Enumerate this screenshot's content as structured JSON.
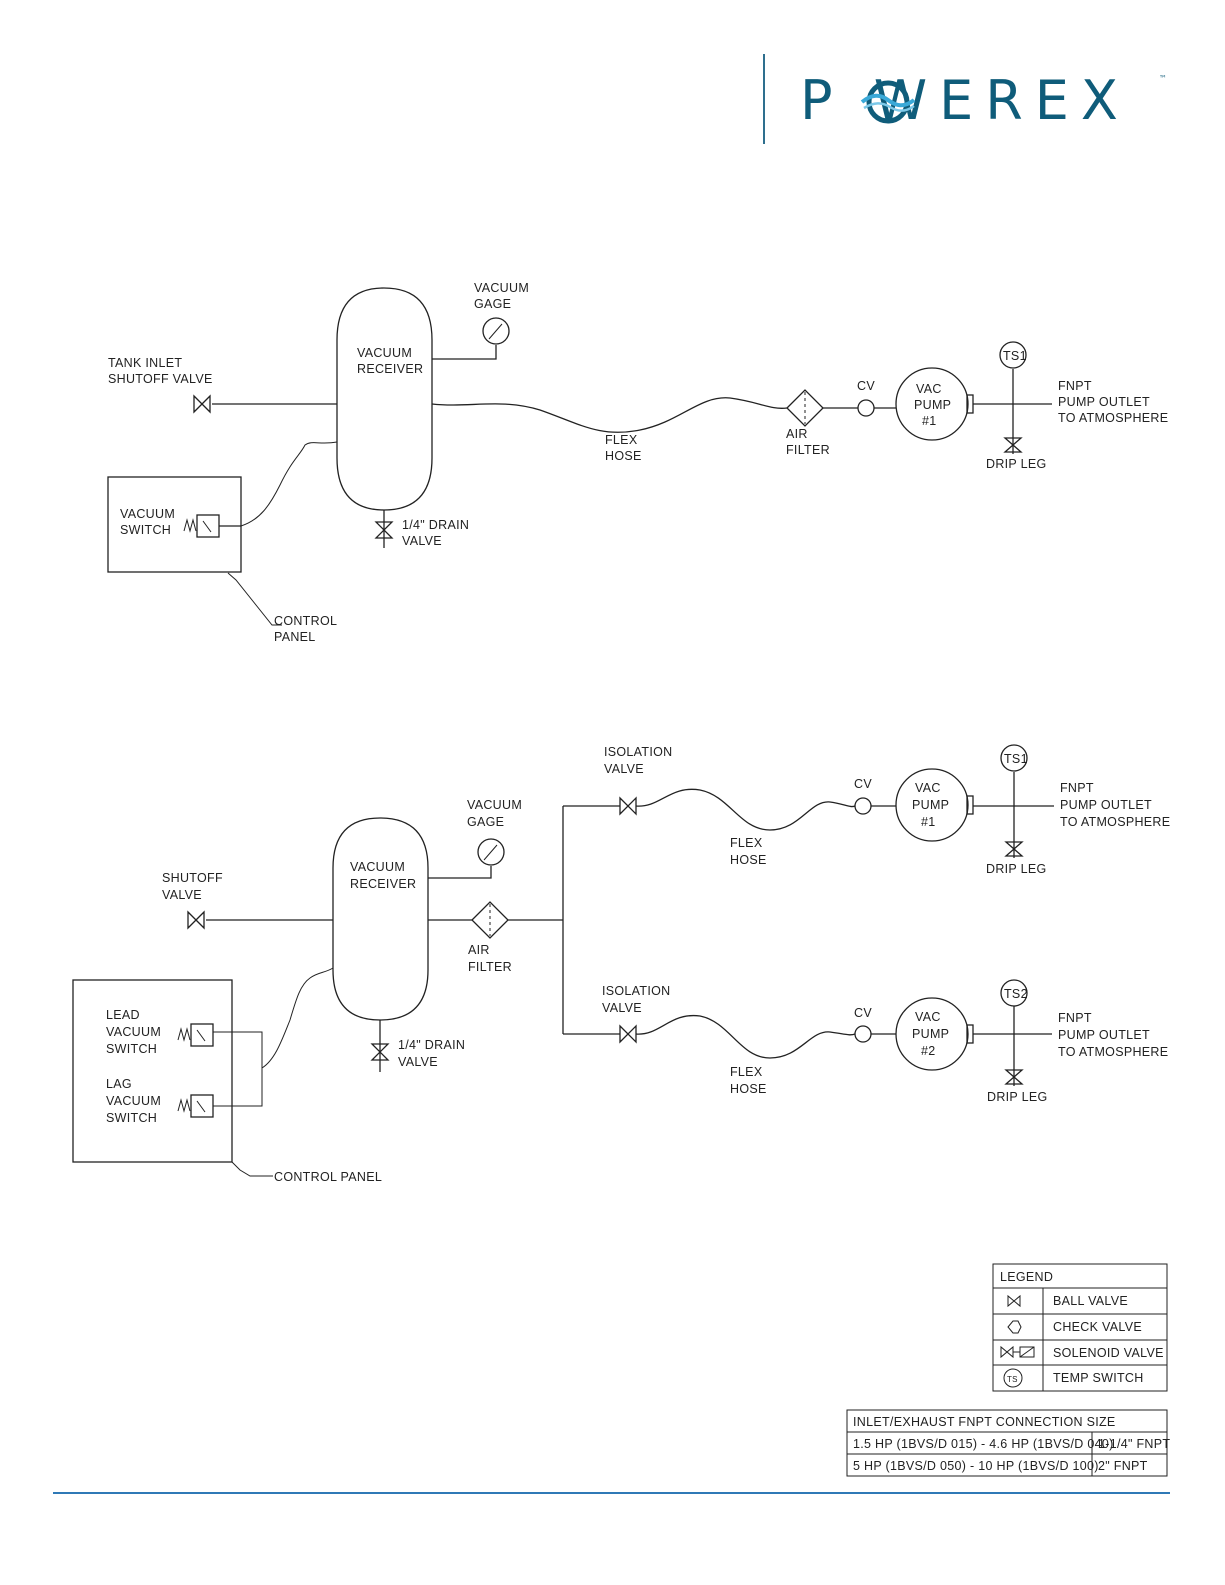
{
  "brand": {
    "name": "POWEREX",
    "wordmark": "P  WEREX",
    "trademark": "™",
    "color": "#0f5c7a",
    "accent": "#3aa9d8",
    "rule_color": "#2f79b6"
  },
  "simplex": {
    "tank_inlet": [
      "TANK INLET",
      "SHUTOFF VALVE"
    ],
    "vacuum_receiver": [
      "VACUUM",
      "RECEIVER"
    ],
    "vacuum_gage": [
      "VACUUM",
      "GAGE"
    ],
    "vacuum_switch": [
      "VACUUM",
      "SWITCH"
    ],
    "control_panel": [
      "CONTROL",
      "PANEL"
    ],
    "drain_valve": [
      "1/4\" DRAIN",
      "VALVE"
    ],
    "flex_hose": [
      "FLEX",
      "HOSE"
    ],
    "air_filter": [
      "AIR",
      "FILTER"
    ],
    "cv": "CV",
    "pump": [
      "VAC",
      "PUMP",
      "#1"
    ],
    "ts": "TS1",
    "drip_leg": "DRIP LEG",
    "outlet": [
      "FNPT",
      "PUMP OUTLET",
      "TO ATMOSPHERE"
    ]
  },
  "duplex": {
    "shutoff": [
      "SHUTOFF",
      "VALVE"
    ],
    "vacuum_receiver": [
      "VACUUM",
      "RECEIVER"
    ],
    "vacuum_gage": [
      "VACUUM",
      "GAGE"
    ],
    "air_filter": [
      "AIR",
      "FILTER"
    ],
    "drain_valve": [
      "1/4\" DRAIN",
      "VALVE"
    ],
    "lead_switch": [
      "LEAD",
      "VACUUM",
      "SWITCH"
    ],
    "lag_switch": [
      "LAG",
      "VACUUM",
      "SWITCH"
    ],
    "control_panel": "CONTROL PANEL",
    "isolation_valve": [
      "ISOLATION",
      "VALVE"
    ],
    "flex_hose": [
      "FLEX",
      "HOSE"
    ],
    "cv": "CV",
    "pump1": [
      "VAC",
      "PUMP",
      "#1"
    ],
    "pump2": [
      "VAC",
      "PUMP",
      "#2"
    ],
    "ts1": "TS1",
    "ts2": "TS2",
    "drip_leg": "DRIP LEG",
    "outlet": [
      "FNPT",
      "PUMP OUTLET",
      "TO ATMOSPHERE"
    ]
  },
  "legend": {
    "title": "LEGEND",
    "items": [
      {
        "icon": "ball-valve-icon",
        "label": "BALL VALVE"
      },
      {
        "icon": "check-valve-icon",
        "label": "CHECK VALVE"
      },
      {
        "icon": "solenoid-valve-icon",
        "label": "SOLENOID VALVE"
      },
      {
        "icon": "temp-switch-icon",
        "label": "TEMP SWITCH",
        "symbol": "TS"
      }
    ]
  },
  "connection_table": {
    "title": "INLET/EXHAUST FNPT CONNECTION SIZE",
    "rows": [
      [
        "1.5 HP (1BVS/D 015) - 4.6 HP (1BVS/D 040)",
        "1-1/4\" FNPT"
      ],
      [
        "5 HP (1BVS/D 050) - 10 HP (1BVS/D 100)",
        "2\" FNPT"
      ]
    ]
  }
}
